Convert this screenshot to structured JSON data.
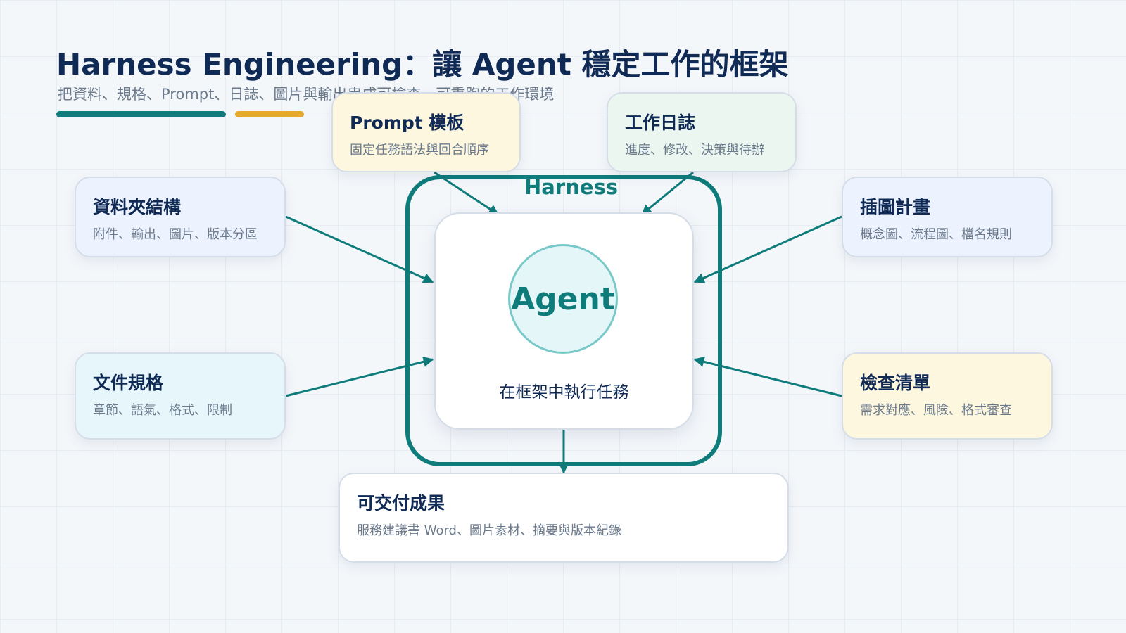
{
  "header": {
    "title": "Harness Engineering：讓 Agent 穩定工作的框架",
    "subtitle": "把資料、規格、Prompt、日誌、圖片與輸出串成可檢查、可重跑的工作環境"
  },
  "colors": {
    "primary": "#0d7c7a",
    "accent": "#e6a92c",
    "title": "#102a56",
    "muted": "#6b7a8c"
  },
  "harness": {
    "label": "Harness",
    "agent": "Agent",
    "caption": "在框架中執行任務"
  },
  "inputs": {
    "folder": {
      "title": "資料夾結構",
      "desc": "附件、輸出、圖片、版本分區"
    },
    "spec": {
      "title": "文件規格",
      "desc": "章節、語氣、格式、限制"
    },
    "prompt": {
      "title": "Prompt 模板",
      "desc": "固定任務語法與回合順序"
    },
    "log": {
      "title": "工作日誌",
      "desc": "進度、修改、決策與待辦"
    },
    "illustration": {
      "title": "插圖計畫",
      "desc": "概念圖、流程圖、檔名規則"
    },
    "checklist": {
      "title": "檢查清單",
      "desc": "需求對應、風險、格式審查"
    }
  },
  "output": {
    "title": "可交付成果",
    "desc": "服務建議書 Word、圖片素材、摘要與版本紀錄"
  }
}
